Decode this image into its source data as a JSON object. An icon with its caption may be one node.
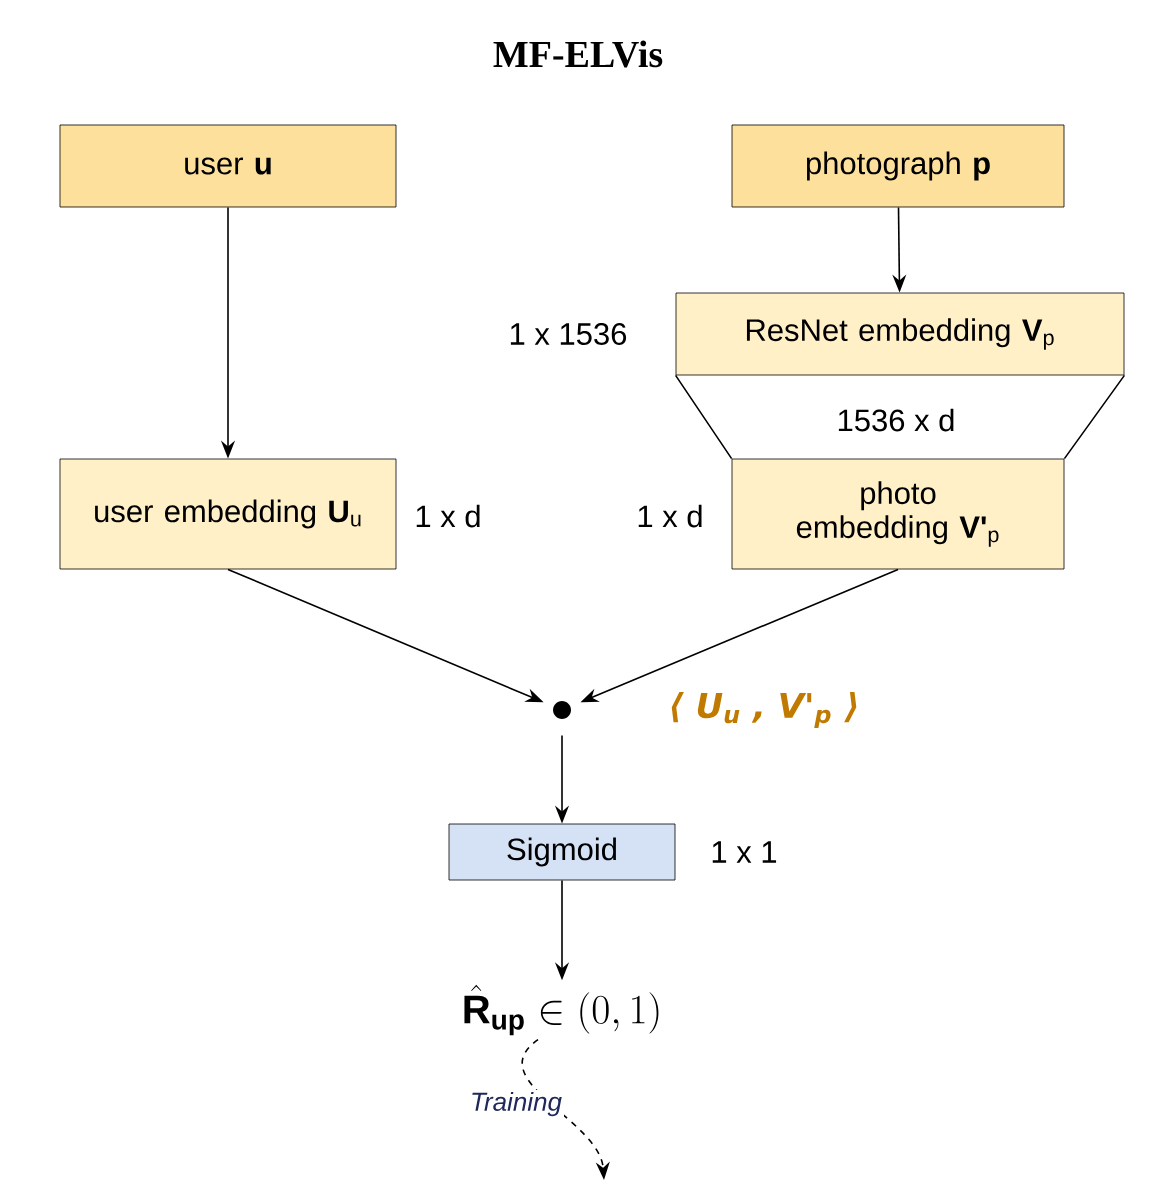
{
  "diagram": {
    "title": "MF-ELVis",
    "nodes": [
      {
        "text": [
          "user **u**"
        ]
      },
      {
        "text": [
          "photograph **p**"
        ]
      },
      {
        "text": [
          "ResNet embedding **V**$_{p}$"
        ],
        "beside": [
          "1 x 1536"
        ]
      },
      {
        "text": [
          "user embedding **U**$_{u}$"
        ],
        "beside": [
          "1 x d"
        ]
      },
      {
        "text": [
          "photo embedding **V'**$_{p}$"
        ],
        "beside": [
          "1 x d"
        ]
      },
      {
        "text": [],
        "shape": "circle",
        "beside": [
          "⟨ U$_{u}$ , V'$_{p}$ ⟩"
        ]
      },
      {
        "text": [
          "Sigmoid"
        ],
        "beside": [
          "1 x 1"
        ]
      },
      {
        "text": [
          "\\hat{\\mathbf{R}}_{\\mathbf{up}} \\in (0,1)"
        ]
      }
    ],
    "edges": [
      {
        "from": 0,
        "to": 3,
        "arrow": "to"
      },
      {
        "from": 1,
        "to": 2,
        "arrow": "to"
      },
      {
        "from": 2,
        "to": 4,
        "arrow": "none",
        "label": "1536 x d"
      },
      {
        "from": 3,
        "to": 5,
        "arrow": "to"
      },
      {
        "from": 4,
        "to": 5,
        "arrow": "to"
      },
      {
        "from": 5,
        "to": 6,
        "arrow": "to"
      },
      {
        "from": 6,
        "to": 7,
        "arrow": "to"
      },
      {
        "from": 7,
        "to": null,
        "arrow": "to",
        "style": "dashed",
        "label": "Training"
      }
    ]
  }
}
